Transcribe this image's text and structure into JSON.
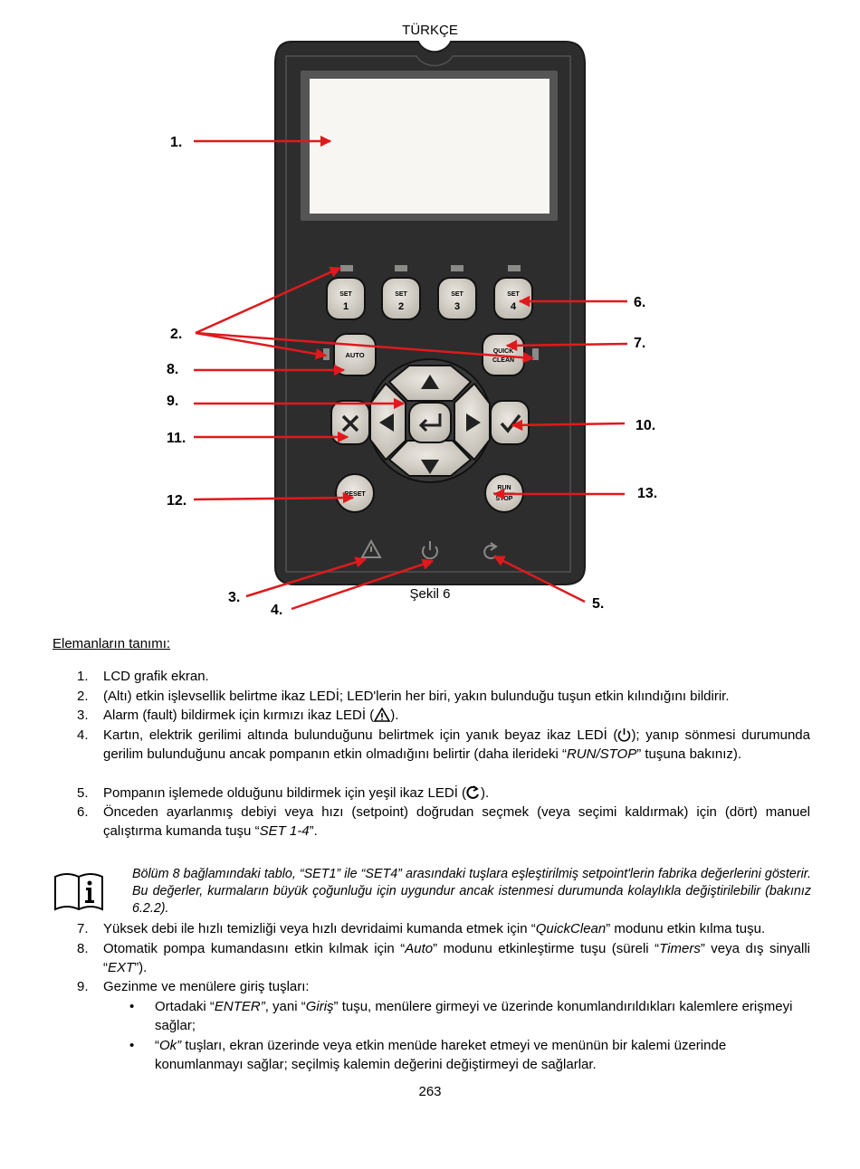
{
  "header": {
    "language": "TÜRKÇE"
  },
  "figure": {
    "caption": "Şekil 6",
    "buttons": {
      "set1": [
        "SET",
        "1"
      ],
      "set2": [
        "SET",
        "2"
      ],
      "set3": [
        "SET",
        "3"
      ],
      "set4": [
        "SET",
        "4"
      ],
      "auto": "AUTO",
      "quick_clean": [
        "QUICK",
        "CLEAN"
      ],
      "reset": "RESET",
      "run_stop": [
        "RUN",
        "STOP"
      ]
    },
    "callouts": {
      "c1": "1.",
      "c2": "2.",
      "c3": "3.",
      "c4": "4.",
      "c5": "5.",
      "c6": "6.",
      "c7": "7.",
      "c8": "8.",
      "c9": "9.",
      "c10": "10.",
      "c11": "11.",
      "c12": "12.",
      "c13": "13."
    },
    "colors": {
      "arrow": "#e0191c",
      "panel": "#2c2b2b",
      "screen": "#f7f6f3",
      "button": "#cfcac2",
      "led": "#8a8a88"
    }
  },
  "section_title": "Elemanların tanımı:",
  "list_a": [
    {
      "num": "1.",
      "text": "LCD grafik ekran."
    },
    {
      "num": "2.",
      "text": "(Altı) etkin işlevsellik belirtme ikaz LEDİ; LED'lerin her biri, yakın bulunduğu tuşun etkin kılındığını bildirir."
    },
    {
      "num": "3.",
      "before": "Alarm (fault) bildirmek için kırmızı ikaz LEDİ (",
      "after": ")."
    },
    {
      "num": "4.",
      "before": "Kartın, elektrik gerilimi altında bulunduğunu belirtmek için yanık beyaz ikaz LEDİ (",
      "mid": "); yanıp sönmesi durumunda gerilim bulunduğunu ancak pompanın etkin olmadığını belirtir (daha ilerideki “",
      "em": "RUN/STOP",
      "after": "” tuşuna bakınız)."
    },
    {
      "num": "5.",
      "before": "Pompanın işlemede olduğunu bildirmek için yeşil ikaz LEDİ (",
      "after": ")."
    },
    {
      "num": "6.",
      "before": "Önceden ayarlanmış debiyi veya hızı (setpoint) doğrudan seçmek (veya seçimi kaldırmak) için (dört) manuel çalıştırma kumanda tuşu “",
      "em": "SET 1-4",
      "after": "”."
    }
  ],
  "note": {
    "icon": "info-book-icon",
    "text": "Bölüm 8 bağlamındaki tablo, “SET1” ile “SET4” arasındaki tuşlara eşleştirilmiş setpoint'lerin fabrika değerlerini gösterir. Bu değerler, kurmaların büyük çoğunluğu için uygundur ancak istenmesi durumunda kolaylıkla değiştirilebilir (bakınız 6.2.2)."
  },
  "list_b": [
    {
      "num": "7.",
      "before": "Yüksek debi ile hızlı temizliği veya hızlı devridaimi kumanda etmek için “",
      "em": "QuickClean",
      "after": "” modunu etkin kılma tuşu."
    },
    {
      "num": "8.",
      "before": "Otomatik pompa kumandasını etkin kılmak için “",
      "em": "Auto",
      "mid": "” modunu etkinleştirme tuşu (süreli “",
      "em2": "Timers",
      "mid2": "” veya dış sinyalli “",
      "em3": "EXT",
      "after": "”)."
    },
    {
      "num": "9.",
      "text": "Gezinme ve menülere giriş tuşları:"
    }
  ],
  "bullets": [
    {
      "before": "Ortadaki “",
      "em": "ENTER”",
      "mid": ", yani “",
      "em2": "Giriş",
      "after": "” tuşu, menülere girmeyi ve üzerinde konumlandırıldıkları kalemlere erişmeyi sağlar;"
    },
    {
      "before": "“",
      "em": "Ok”",
      "after": " tuşları, ekran üzerinde veya etkin menüde hareket etmeyi ve menünün bir kalemi üzerinde konumlanmayı sağlar; seçilmiş kalemin değerini değiştirmeyi de sağlarlar."
    }
  ],
  "page_number": "263"
}
